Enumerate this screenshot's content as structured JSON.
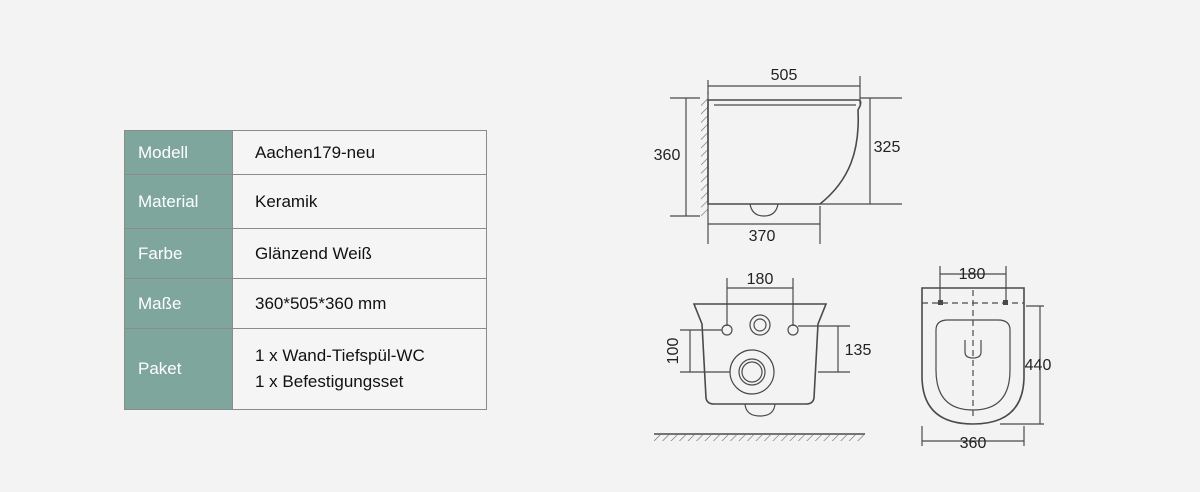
{
  "spec_table": {
    "rows": [
      {
        "key": "Modell",
        "values": [
          "Aachen179-neu"
        ]
      },
      {
        "key": "Material",
        "values": [
          "Keramik"
        ]
      },
      {
        "key": "Farbe",
        "values": [
          "Glänzend Weiß"
        ]
      },
      {
        "key": "Maße",
        "values": [
          "360*505*360 mm"
        ]
      },
      {
        "key": "Paket",
        "values": [
          "1 x Wand-Tiefspül-WC",
          "1 x Befestigungsset"
        ]
      }
    ]
  },
  "side_view": {
    "length_label": "505",
    "total_height_label": "360",
    "body_height_label": "325",
    "base_length_label": "370"
  },
  "back_view": {
    "bolt_spacing_label": "180",
    "outlet_height_label": "100",
    "bolt_height_label": "135"
  },
  "top_view": {
    "bolt_spacing_label": "180",
    "depth_label": "440",
    "width_label": "360"
  },
  "colors": {
    "key_cell": "#7fa69c",
    "line": "#4a4a4a",
    "background": "#f3f3f3"
  }
}
